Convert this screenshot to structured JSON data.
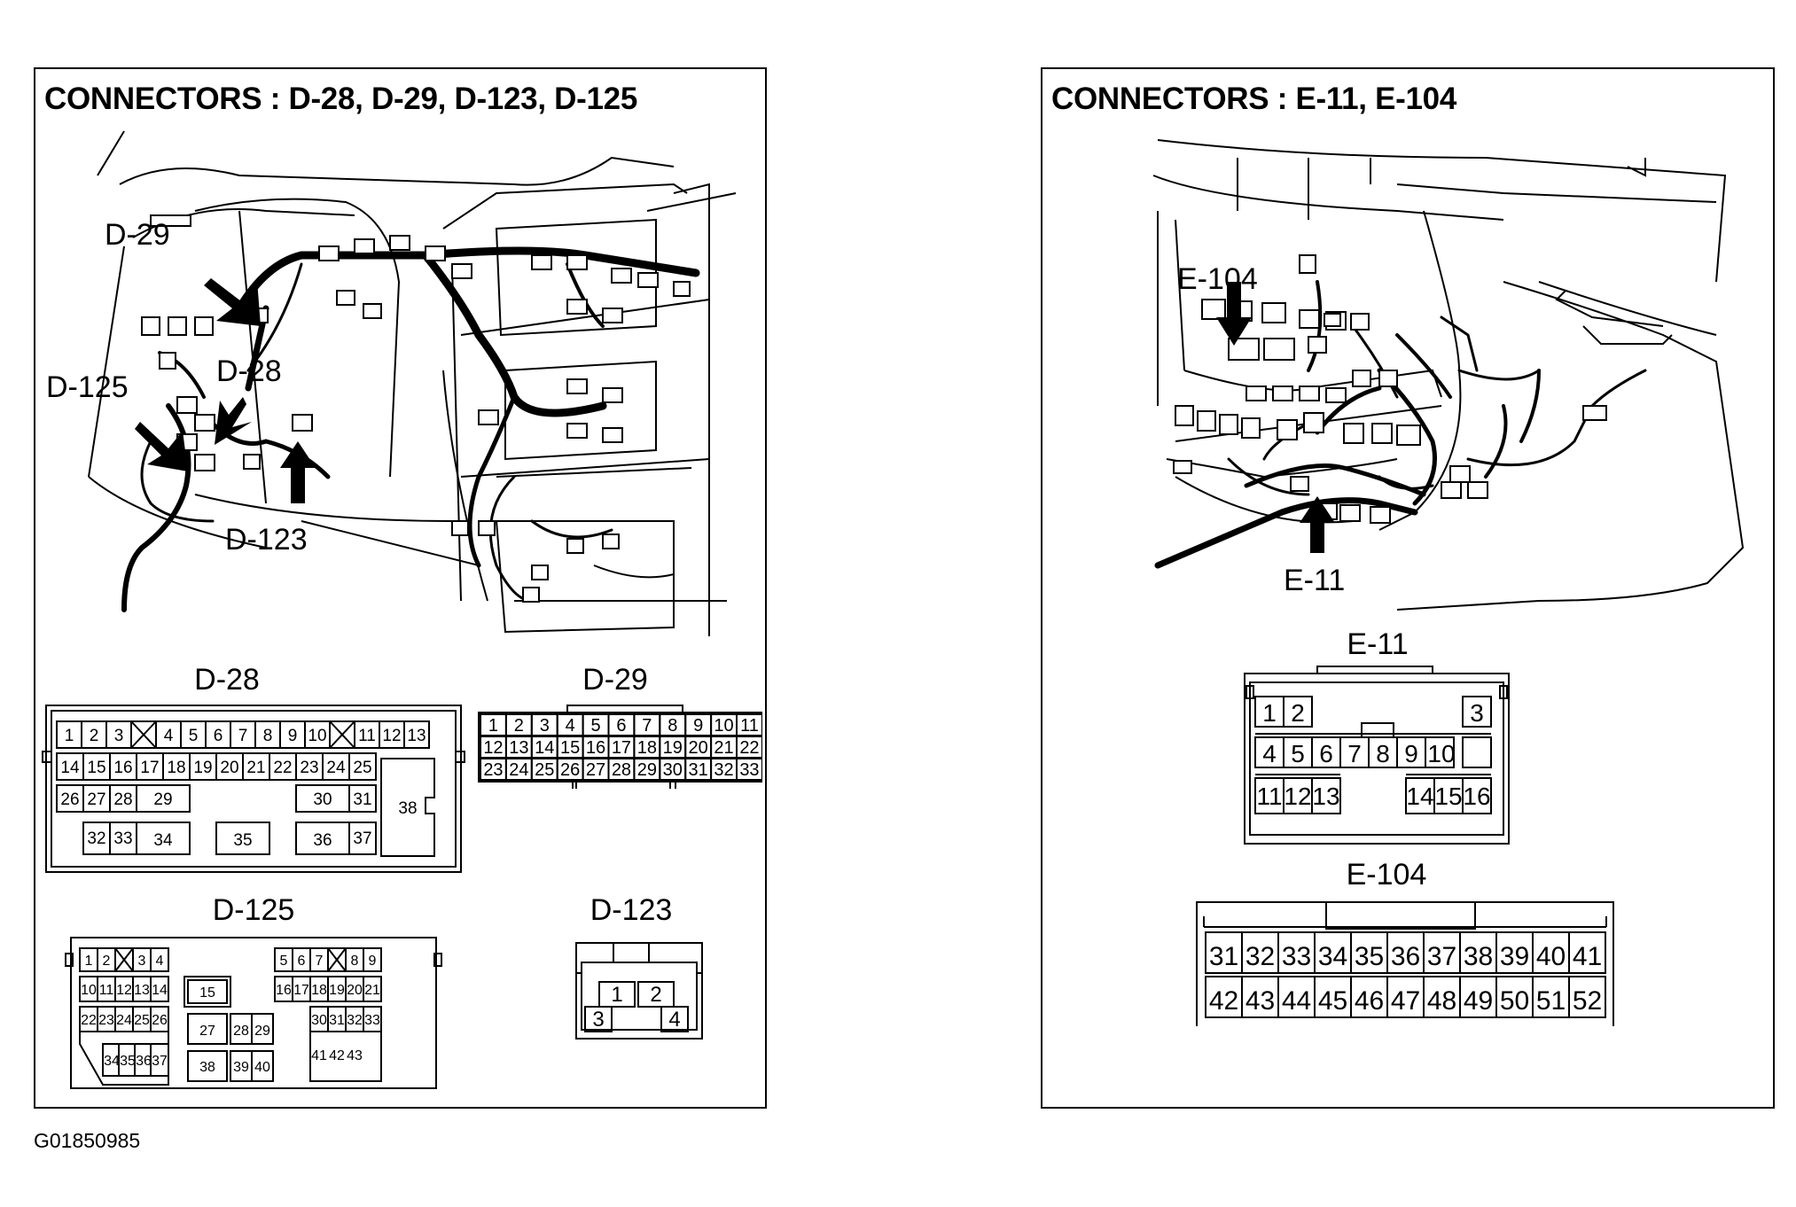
{
  "figure_id": "G01850985",
  "panels": [
    {
      "title": "CONNECTORS : D-28, D-29, D-123, D-125",
      "callouts": [
        "D-29",
        "D-28",
        "D-125",
        "D-123"
      ],
      "connectors": [
        {
          "name": "D-28",
          "rows": [
            [
              "1",
              "2",
              "3",
              "X",
              "4",
              "5",
              "6",
              "7",
              "8",
              "9",
              "10",
              "X",
              "11",
              "12",
              "13"
            ],
            [
              "14",
              "15",
              "16",
              "17",
              "18",
              "19",
              "20",
              "21",
              "22",
              "23",
              "24",
              "25"
            ],
            [
              "26",
              "27",
              "28",
              "29",
              "30",
              "31",
              "38"
            ],
            [
              "32",
              "33",
              "34",
              "35",
              "36",
              "37"
            ]
          ]
        },
        {
          "name": "D-29",
          "rows": [
            [
              "1",
              "2",
              "3",
              "4",
              "5",
              "6",
              "7",
              "8",
              "9",
              "10",
              "11"
            ],
            [
              "12",
              "13",
              "14",
              "15",
              "16",
              "17",
              "18",
              "19",
              "20",
              "21",
              "22"
            ],
            [
              "23",
              "24",
              "25",
              "26",
              "27",
              "28",
              "29",
              "30",
              "31",
              "32",
              "33"
            ]
          ]
        },
        {
          "name": "D-125",
          "rows": [
            [
              "1",
              "2",
              "X",
              "3",
              "4",
              "5",
              "6",
              "7",
              "X",
              "8",
              "9"
            ],
            [
              "10",
              "11",
              "12",
              "13",
              "14",
              "15",
              "16",
              "17",
              "18",
              "19",
              "20",
              "21"
            ],
            [
              "22",
              "23",
              "24",
              "25",
              "26",
              "27",
              "28",
              "29",
              "30",
              "31",
              "32",
              "33"
            ],
            [
              "34",
              "35",
              "36",
              "37",
              "38",
              "39",
              "40",
              "41",
              "42",
              "43"
            ]
          ]
        },
        {
          "name": "D-123",
          "rows": [
            [
              "1",
              "2"
            ],
            [
              "3",
              "4"
            ]
          ]
        }
      ]
    },
    {
      "title": "CONNECTORS : E-11, E-104",
      "callouts": [
        "E-104",
        "E-11"
      ],
      "connectors": [
        {
          "name": "E-11",
          "rows": [
            [
              "1",
              "2",
              "3"
            ],
            [
              "4",
              "5",
              "6",
              "7",
              "8",
              "9",
              "10"
            ],
            [
              "11",
              "12",
              "13",
              "14",
              "15",
              "16"
            ]
          ]
        },
        {
          "name": "E-104",
          "rows": [
            [
              "31",
              "32",
              "33",
              "34",
              "35",
              "36",
              "37",
              "38",
              "39",
              "40",
              "41"
            ],
            [
              "42",
              "43",
              "44",
              "45",
              "46",
              "47",
              "48",
              "49",
              "50",
              "51",
              "52"
            ]
          ]
        }
      ]
    }
  ]
}
